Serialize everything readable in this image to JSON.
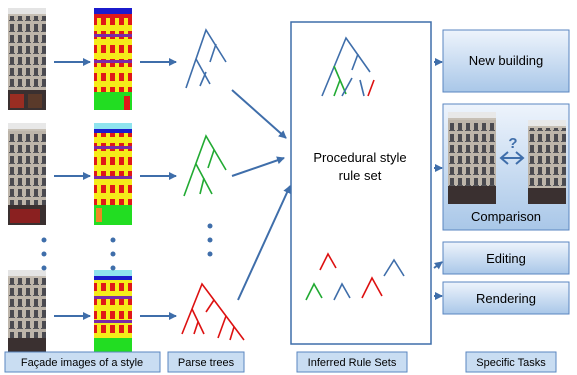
{
  "labels": {
    "facade_images": "Façade images of a style",
    "parse_trees": "Parse trees",
    "inferred_rule_sets": "Inferred Rule Sets",
    "specific_tasks": "Specific Tasks"
  },
  "rule_box": {
    "line1": "Procedural style",
    "line2": "rule set"
  },
  "tasks": {
    "new_building": "New building",
    "comparison": "Comparison",
    "question_mark": "?",
    "editing": "Editing",
    "rendering": "Rendering"
  },
  "colors": {
    "arrow": "#3f6eaa",
    "label_fill": "#c9ddf2",
    "label_stroke": "#5a86c0",
    "task_gradient_top": "#e9f1fb",
    "task_gradient_bottom": "#aecbea",
    "tree_blue": "#3f6eaa",
    "tree_green": "#22aa33",
    "tree_red": "#dd1111",
    "label_yellow": "#f5ec1a",
    "label_red": "#e01818",
    "label_purple": "#7a2aa8",
    "label_green": "#22dd22",
    "label_cyan": "#8fe4ee",
    "label_blue": "#1b1bcc"
  }
}
